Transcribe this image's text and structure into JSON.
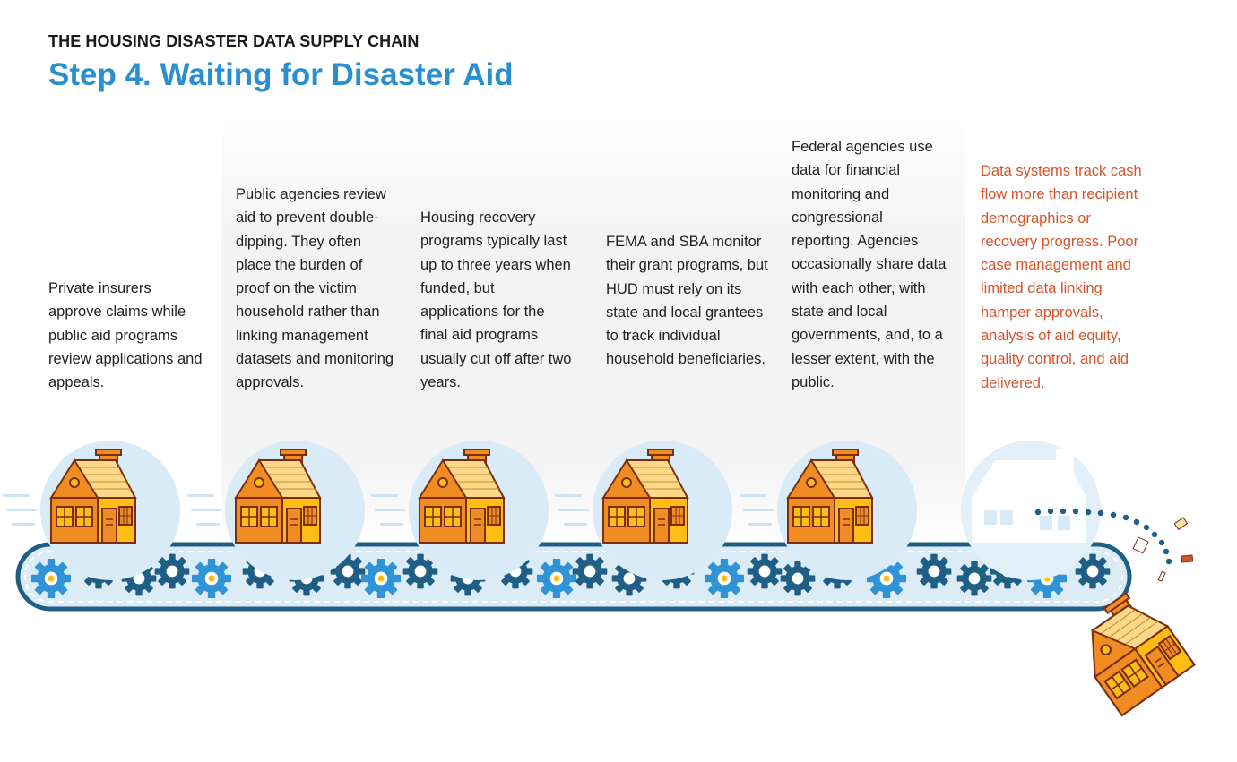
{
  "header": {
    "kicker": "THE HOUSING DISASTER DATA SUPPLY CHAIN",
    "title": "Step 4. Waiting for Disaster Aid"
  },
  "steps": [
    {
      "text": "Private insurers approve claims while public aid programs review applications and appeals.",
      "tone": "normal"
    },
    {
      "text": "Public agencies review aid to prevent double-dipping. They often place the burden of proof on the victim household rather than linking management datasets and monitoring approvals.",
      "tone": "normal"
    },
    {
      "text": "Housing recovery programs typically last up to three years when funded, but applications for the final aid programs usually cut off after two years.",
      "tone": "normal"
    },
    {
      "text": "FEMA and SBA monitor their grant programs, but HUD must rely on its state and local grantees to track individual household beneficiaries.",
      "tone": "normal"
    },
    {
      "text": "Federal agencies use data for financial monitoring and congressional reporting. Agencies occasionally share data with each other, with state and local governments, and, to a lesser extent, with the public.",
      "tone": "normal"
    },
    {
      "text": "Data systems track cash flow more than recipient demographics or recovery progress. Poor case management and limited data linking hamper approvals, analysis of aid equity, quality control, and aid delivered.",
      "tone": "warning"
    }
  ],
  "colors": {
    "accent": "#2a8fd0",
    "warning": "#d6542a",
    "house_orange": "#f08c21",
    "house_yellow": "#fdbd15",
    "house_outline": "#7a2e12",
    "belt": "#dcecf7",
    "gear_dark": "#1f5f86",
    "gear_light": "#2f93d6"
  }
}
